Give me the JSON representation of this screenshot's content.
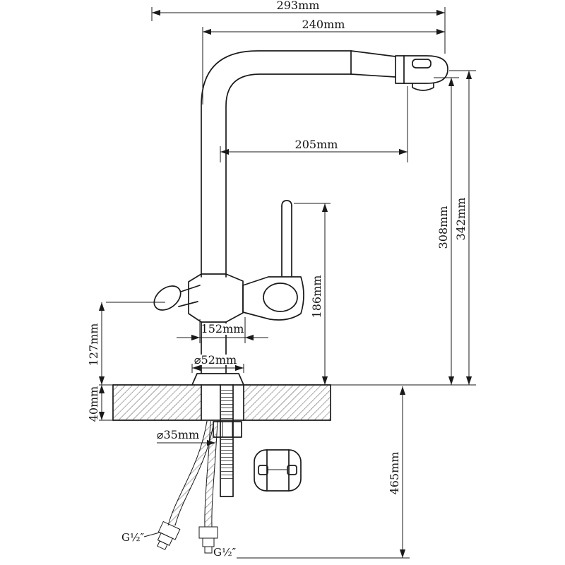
{
  "drawing": {
    "dims": {
      "top_width": "293mm",
      "spout_width": "240mm",
      "spout_reach": "205mm",
      "overall_height": "342mm",
      "outlet_height": "308mm",
      "side_lever_height": "186mm",
      "lever_span": "152mm",
      "body_height": "127mm",
      "base_diameter": "⌀52mm",
      "deck_thickness": "40mm",
      "hole_diameter": "⌀35mm",
      "hose_length": "465mm",
      "thread_left": "G½″",
      "thread_right": "G½″"
    },
    "colors": {
      "line": "#1a1a1a",
      "background": "#ffffff"
    }
  }
}
